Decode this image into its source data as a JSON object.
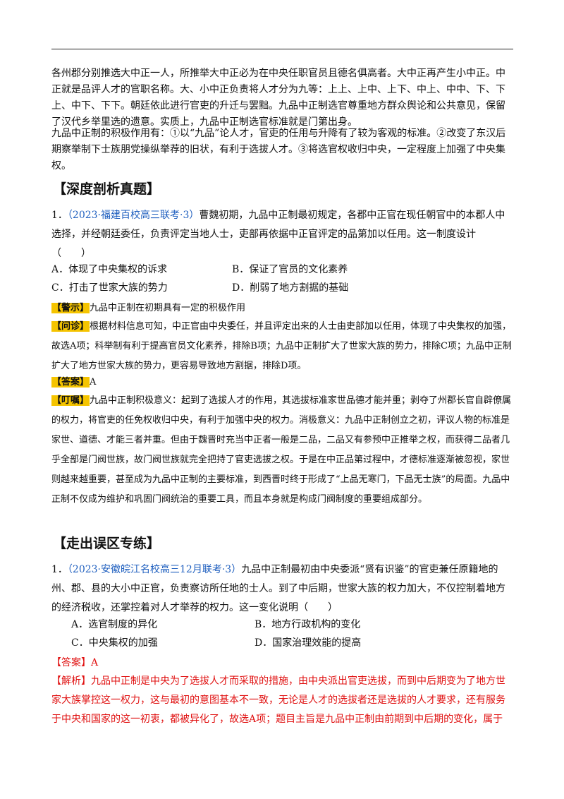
{
  "intro": {
    "p1": "各州郡分别推选大中正一人，所推举大中正必为在中央任职官员且德名俱高者。大中正再产生小中正。中正就是品评人才的官职名称。大、小中正负责将人才分为九等：上上、上中、上下、中上、中中、下、下上、中下、下下。朝廷依此进行官吏的升迁与罢黜。九品中正制选官尊重地方群众舆论和公共意见，保留了汉代乡举里选的遗意。实质上，九品中正制选官标准就是门第出身。",
    "p2": "九品中正制的积极作用有：①以“九品”论人才，官吏的任用与升降有了较为客观的标准。②改变了东汉后期察举制下士族朋党操纵举荐的旧状，有利于选拔人才。③将选官权收归中央，一定程度上加强了中央集权。"
  },
  "section1": {
    "title": "【深度剖析真题】",
    "number": "1．",
    "source": "（2023·福建百校高三联考·3）",
    "stem": "曹魏初期，九品中正制最初规定，各郡中正官在现任朝官中的本郡人中选择，并经朝廷委任，负责评定当地人士，吏部再依据中正官评定的品第加以任用。这一制度设计",
    "blank": "（　　）",
    "options": [
      "A．体现了中央集权的诉求",
      "B．保证了官员的文化素养",
      "C．打击了世家大族的势力",
      "D．削弱了地方割据的基础"
    ],
    "hint_tag": "【警示】",
    "hint": "九品中正制在初期具有一定的积极作用",
    "ask_tag": "【问诊】",
    "ask": "根据材料信息可知，中正官由中央委任，并且评定出来的人士由吏部加以任用，体现了中央集权的加强，故选A项；科举制有利于提高官员文化素养，排除B项；九品中正制扩大了世家大族的势力，排除C项；九品中正制扩大了地方世家大族的势力，更容易导致地方割据，排除D项。",
    "answer_tag": "【答案】",
    "answer": "A",
    "remind_tag": "【叮嘱】",
    "remind": "九品中正制积极意义：起到了选拔人才的作用，其选拔标准家世品德才能并重；剥夺了州郡长官自辟僚属的权力，将官吏的任免权收归中央，有利于加强中央的权力。消极意义：九品中正制创立之初，评议人物的标准是家世、道德、才能三者并重。但由于魏晋时充当中正者一般是二品，二品又有参预中正推举之权，而获得二品者几乎全部是门阀世族，故门阀世族就完全把持了官吏选拔之权。于是在中正品第过程中，才德标准逐渐被忽视，家世则越来越重要，甚至成为九品中正制的主要标准，到西晋时终于形成了“上品无寒门，下品无士族”的局面。九品中正制不仅成为维护和巩固门阀统治的重要工具，而且本身就是构成门阀制度的重要组成部分。"
  },
  "section2": {
    "title": "【走出误区专练】",
    "number": "1．",
    "source": "（2023·安徽皖江名校高三12月联考·3）",
    "stem": "九品中正制最初由中央委派“贤有识鉴”的官吏兼任原籍地的州、郡、县的大小中正官，负责察访所任地的士人。到了中后期，世家大族的权力加大，不仅控制着地方的经济税收，还掌控着对人才举荐的权力。这一变化说明（　　）",
    "options": [
      "A．选官制度的异化",
      "B．地方行政机构的变化",
      "C．中央集权的加强",
      "D．国家治理效能的提高"
    ],
    "answer_label": "【答案】",
    "answer": "A",
    "analysis_label": "【解析】",
    "analysis": "九品中正制是中央为了选拔人才而采取的措施，由中央派出官吏选拔，而到中后期变为了地方世家大族掌控这一权力，这与最初的意图基本不一致，无论是人才的选拔者还是选拔的人才要求，还有服务于中央和国家的这一初衷，都被异化了，故选A项；题目主旨是九品中正制由前期到中后期的变化，属于"
  }
}
